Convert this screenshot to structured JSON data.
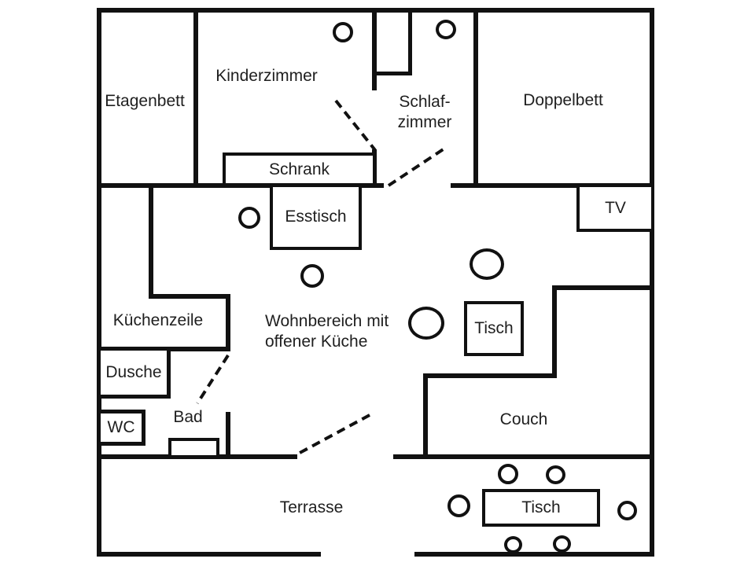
{
  "meta": {
    "type": "apartment-floor-plan",
    "language": "de"
  },
  "colors": {
    "wall": "#111111",
    "text": "#1f1f1f",
    "background": "#ffffff"
  },
  "labels": {
    "etagenbett": "Etagenbett",
    "kinderzimmer": "Kinderzimmer",
    "schlafzimmer_line1": "Schlaf-",
    "schlafzimmer_line2": "zimmer",
    "doppelbett": "Doppelbett",
    "schrank": "Schrank",
    "esstisch": "Esstisch",
    "tv": "TV",
    "kuechenzeile": "Küchenzeile",
    "wohnbereich_line1": "Wohnbereich mit",
    "wohnbereich_line2": "offener Küche",
    "tisch_wohnbereich": "Tisch",
    "dusche": "Dusche",
    "wc": "WC",
    "bad": "Bad",
    "couch": "Couch",
    "terrasse": "Terrasse",
    "tisch_terrasse": "Tisch"
  }
}
